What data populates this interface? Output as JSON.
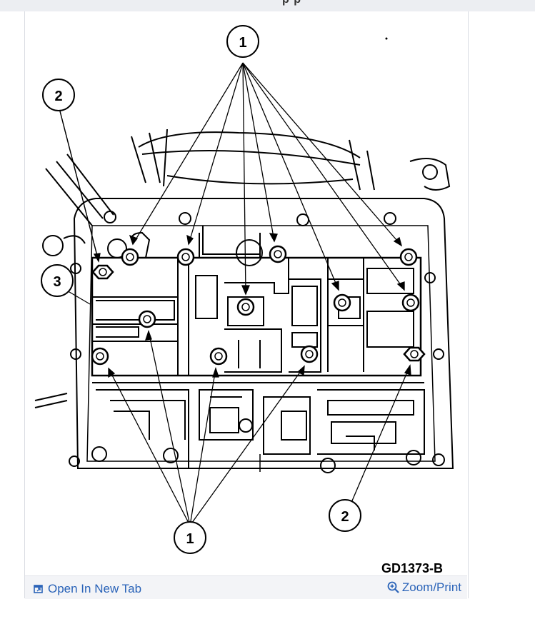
{
  "header": {
    "partial_title": "p p"
  },
  "diagram": {
    "figure_code": "GD1373-B",
    "callouts": [
      {
        "id": "1",
        "label": "1"
      },
      {
        "id": "2",
        "label": "2"
      },
      {
        "id": "3",
        "label": "3"
      }
    ]
  },
  "footer": {
    "open_tab_label": "Open In New Tab",
    "zoom_label": "Zoom/Print",
    "link_color": "#2a63b8"
  },
  "icons": {
    "open_tab": "open-in-new-tab-icon",
    "zoom": "zoom-icon"
  }
}
